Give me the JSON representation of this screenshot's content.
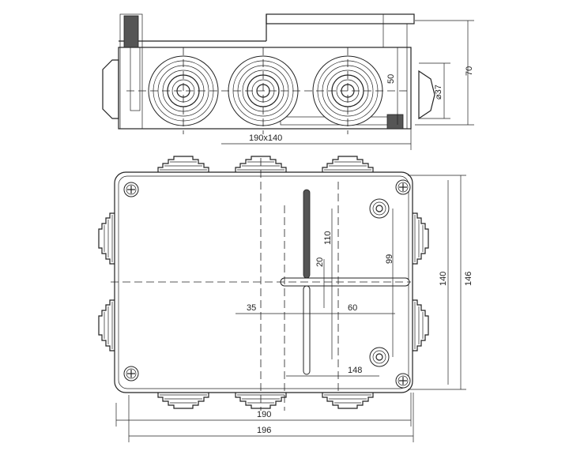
{
  "title": "Junction box 190x140 technical drawing",
  "dimensions": {
    "height_total": "70",
    "height_base": "50",
    "gland_diameter": "⌀37",
    "size": "190x140",
    "slot_length": "110",
    "slot_gap": "20",
    "mount_vertical": "99",
    "inner_height": "140",
    "outer_height": "146",
    "offset_left": "35",
    "rail_offset": "60",
    "mount_horizontal": "148",
    "inner_width": "190",
    "outer_width": "196"
  }
}
